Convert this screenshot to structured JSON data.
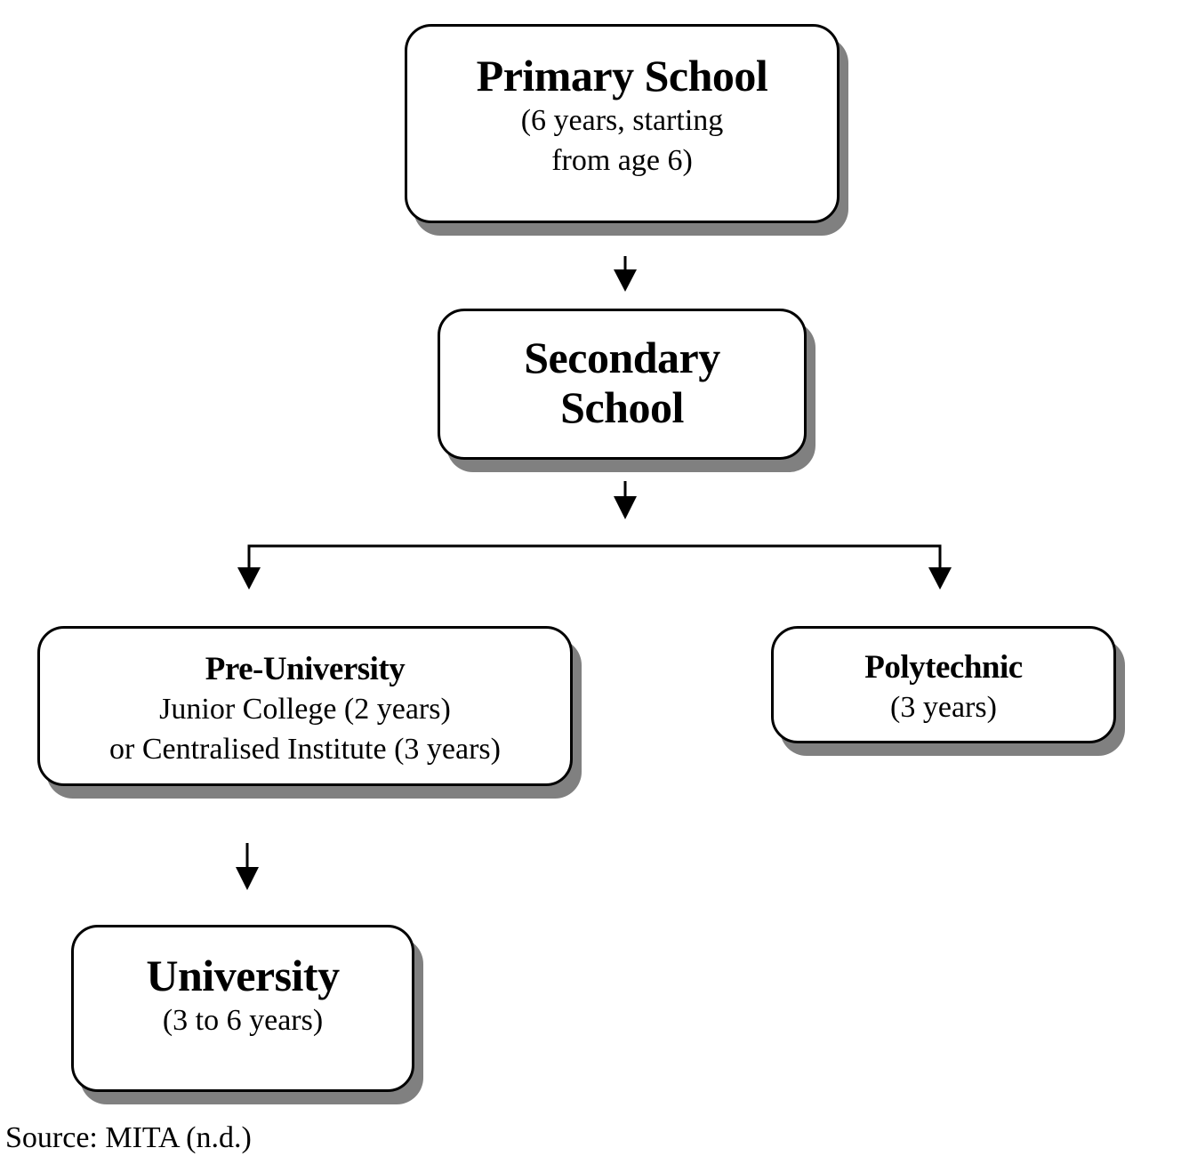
{
  "nodes": {
    "primary": {
      "title": "Primary School",
      "lines": [
        "(6 years, starting",
        "from age 6)"
      ]
    },
    "secondary": {
      "title_lines": [
        "Secondary",
        "School"
      ]
    },
    "pre_university": {
      "title": "Pre-University",
      "lines": [
        "Junior College (2 years)",
        "or Centralised Institute (3 years)"
      ]
    },
    "polytechnic": {
      "title": "Polytechnic",
      "lines": [
        "(3 years)"
      ]
    },
    "university": {
      "title": "University",
      "lines": [
        "(3 to 6 years)"
      ]
    }
  },
  "edges": [
    {
      "from": "primary",
      "to": "secondary"
    },
    {
      "from": "secondary",
      "to": "pre_university"
    },
    {
      "from": "secondary",
      "to": "polytechnic"
    },
    {
      "from": "pre_university",
      "to": "university"
    }
  ],
  "colors": {
    "border": "#000000",
    "shadow": "#808080",
    "background": "#ffffff"
  },
  "source": "Source: MITA (n.d.)"
}
